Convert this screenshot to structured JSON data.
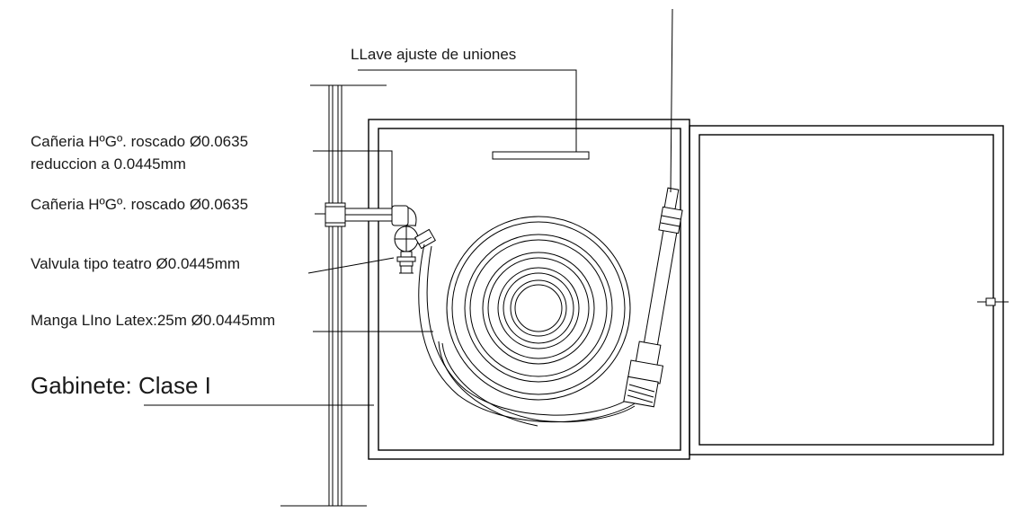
{
  "labels": {
    "llave": "LLave ajuste de uniones",
    "caneria_reduccion_line1": "Cañeria HºGº. roscado Ø0.0635",
    "caneria_reduccion_line2": "reduccion a 0.0445mm",
    "caneria": "Cañeria HºGº. roscado Ø0.0635",
    "valvula": "Valvula tipo teatro Ø0.0445mm",
    "manga": "Manga LIno Latex:25m Ø0.0445mm",
    "gabinete": "Gabinete: Clase I"
  },
  "colors": {
    "line": "#000000",
    "text": "#1a1a1a",
    "title_text": "#333333",
    "background": "#ffffff"
  }
}
